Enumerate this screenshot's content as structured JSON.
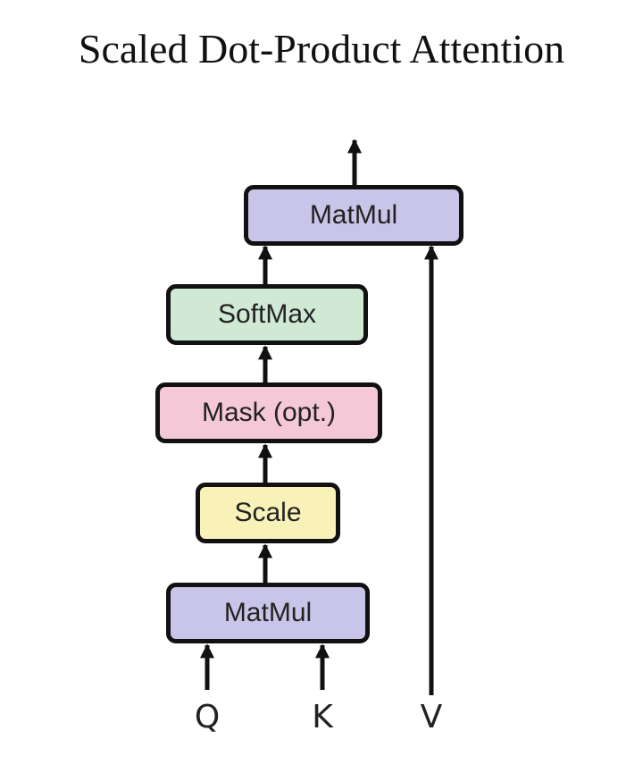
{
  "title": "Scaled Dot-Product Attention",
  "blocks": {
    "matmul_top": {
      "label": "MatMul",
      "color": "#c9c5e8"
    },
    "softmax": {
      "label": "SoftMax",
      "color": "#cfe9d5"
    },
    "mask": {
      "label": "Mask (opt.)",
      "color": "#f4c8d7"
    },
    "scale": {
      "label": "Scale",
      "color": "#f8f2b8"
    },
    "matmul_bottom": {
      "label": "MatMul",
      "color": "#c9c5e8"
    }
  },
  "inputs": {
    "q": "Q",
    "k": "K",
    "v": "V"
  },
  "colors": {
    "stroke": "#111111"
  }
}
